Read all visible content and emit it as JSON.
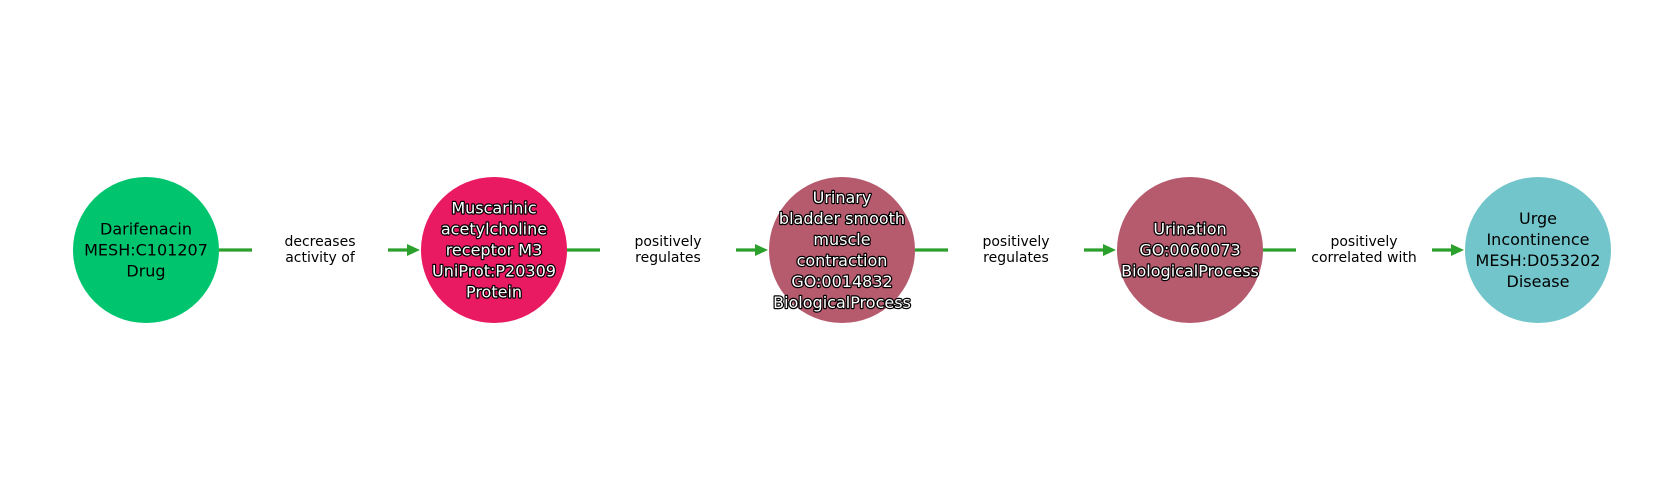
{
  "colors": {
    "edge": "#2ca02c",
    "drug": "#00c56e",
    "protein": "#e91962",
    "biological_process": "#b65a6e",
    "disease": "#72c6cb"
  },
  "nodes": [
    {
      "id": "darifenacin",
      "lines": [
        "Darifenacin",
        "MESH:C101207",
        "Drug"
      ],
      "color": "#00c56e",
      "text_style": "dark"
    },
    {
      "id": "m3-receptor",
      "lines": [
        "Muscarinic",
        "acetylcholine",
        "receptor M3",
        "UniProt:P20309",
        "Protein"
      ],
      "color": "#e91962",
      "text_style": "light"
    },
    {
      "id": "bladder-contraction",
      "lines": [
        "Urinary",
        "bladder smooth",
        "muscle",
        "contraction",
        "GO:0014832",
        "BiologicalProcess"
      ],
      "color": "#b65a6e",
      "text_style": "light"
    },
    {
      "id": "urination",
      "lines": [
        "Urination",
        "GO:0060073",
        "BiologicalProcess"
      ],
      "color": "#b65a6e",
      "text_style": "light"
    },
    {
      "id": "urge-incontinence",
      "lines": [
        "Urge",
        "Incontinence",
        "MESH:D053202",
        "Disease"
      ],
      "color": "#72c6cb",
      "text_style": "dark"
    }
  ],
  "edges": [
    {
      "from": "darifenacin",
      "to": "m3-receptor",
      "lines": [
        "decreases",
        "activity of"
      ]
    },
    {
      "from": "m3-receptor",
      "to": "bladder-contraction",
      "lines": [
        "positively",
        "regulates"
      ]
    },
    {
      "from": "bladder-contraction",
      "to": "urination",
      "lines": [
        "positively",
        "regulates"
      ]
    },
    {
      "from": "urination",
      "to": "urge-incontinence",
      "lines": [
        "positively",
        "correlated with"
      ]
    }
  ]
}
